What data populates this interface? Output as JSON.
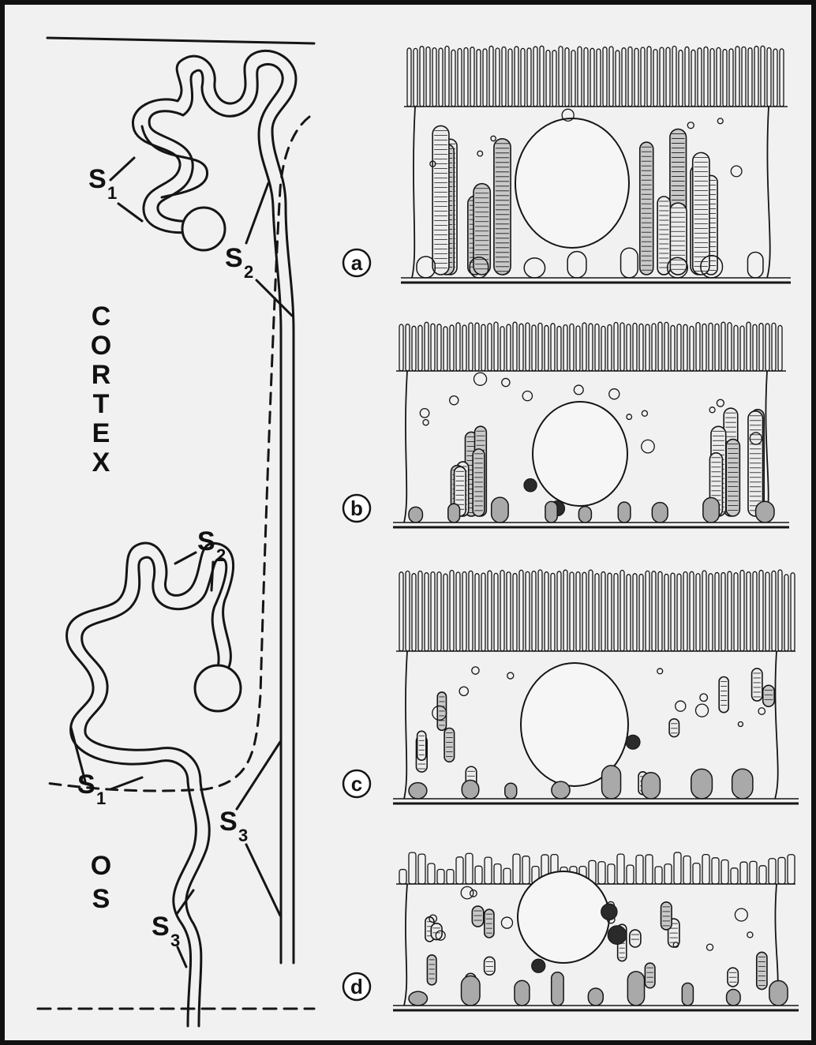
{
  "labels": {
    "cortex_letters": [
      "C",
      "O",
      "R",
      "T",
      "E",
      "X"
    ],
    "os_letters": [
      "O",
      "S"
    ],
    "top_s1": {
      "main": "S",
      "sub": "1"
    },
    "top_s2": {
      "main": "S",
      "sub": "2"
    },
    "bottom_s2": {
      "main": "S",
      "sub": "2"
    },
    "bottom_s1": {
      "main": "S",
      "sub": "1"
    },
    "right_s3": {
      "main": "S",
      "sub": "3"
    },
    "bottom_s3": {
      "main": "S",
      "sub": "3"
    }
  },
  "panels": [
    {
      "key": "a"
    },
    {
      "key": "b"
    },
    {
      "key": "c"
    },
    {
      "key": "d"
    }
  ],
  "colors": {
    "ink": "#151515",
    "paper": "#f1f1f1",
    "shade": "#a9a9a9",
    "dark": "#2a2a2a"
  }
}
